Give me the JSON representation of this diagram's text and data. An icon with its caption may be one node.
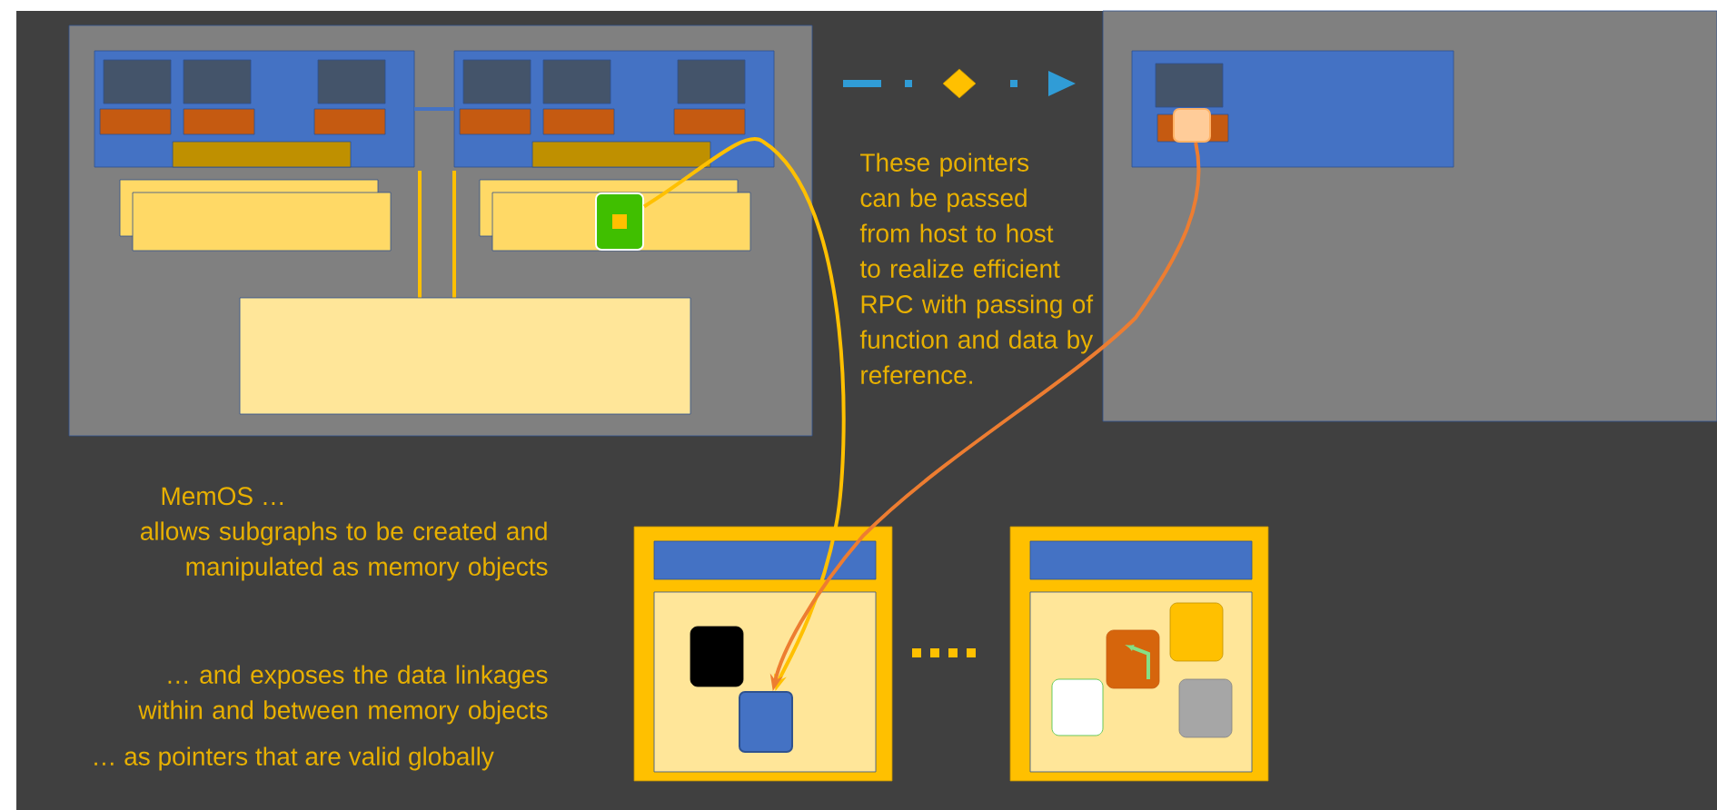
{
  "diagram": {
    "nodes": [
      {
        "text": [],
        "shape": "box"
      },
      {
        "text": [],
        "shape": "box"
      },
      {
        "text": [],
        "shape": "box"
      }
    ],
    "edges": [
      {
        "from": 0,
        "to": 2,
        "arrow": "to",
        "color": "#ffc000"
      },
      {
        "from": 1,
        "to": 2,
        "arrow": "to",
        "color": "#ed7d31"
      }
    ],
    "labels": [
      "These pointers can be passed from host to host to realize efficient RPC with passing of function and data by reference.",
      "MemOS …",
      "allows subgraphs to be created and manipulated as memory objects",
      "… and exposes the data linkages within and between memory objects",
      "… as pointers that are valid globally"
    ]
  }
}
